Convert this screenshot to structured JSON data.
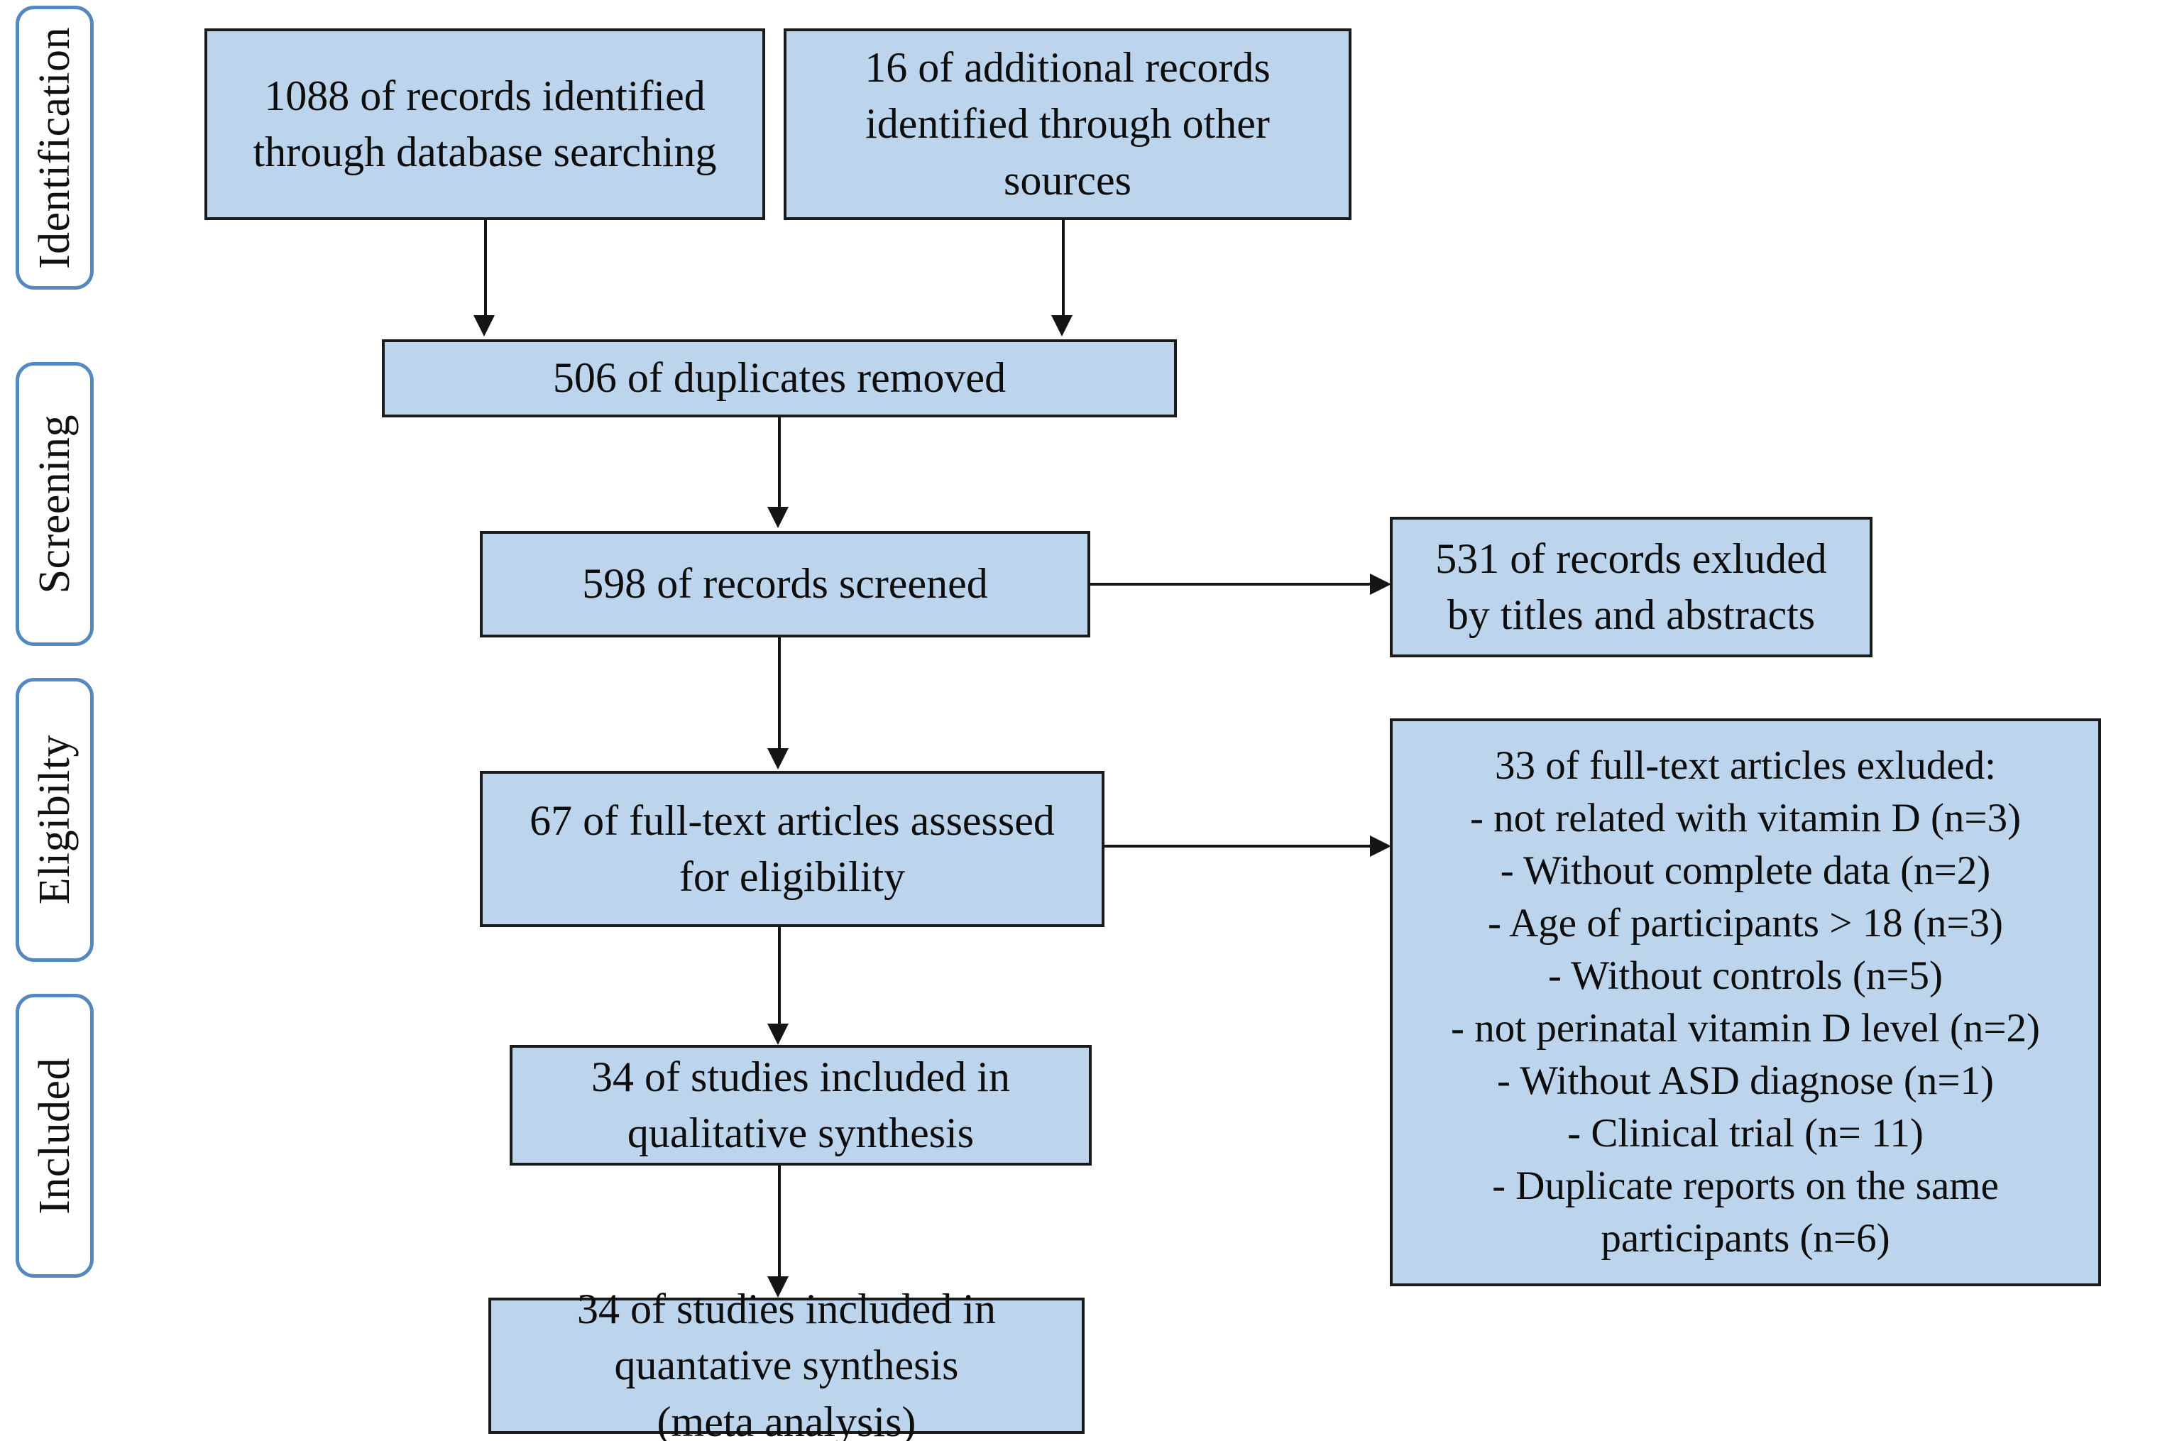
{
  "diagram": {
    "type": "prisma-flow-diagram",
    "box_fill_color": "#bcd5ec",
    "box_border_color": "#1b1b1b",
    "stage_border_color": "#5588bf",
    "background_color": "#ffffff"
  },
  "stages": [
    {
      "label": "Identification"
    },
    {
      "label": "Screening"
    },
    {
      "label": "Eligibilty"
    },
    {
      "label": "Included"
    }
  ],
  "boxes": {
    "database_records": "1088 of records identified\nthrough database searching",
    "other_records": "16 of additional records\nidentified through other\nsources",
    "duplicates_removed": "506 of duplicates removed",
    "records_screened": "598 of records screened",
    "records_excluded": "531 of records exluded\nby titles and abstracts",
    "fulltext_assessed": "67 of full-text articles assessed\nfor eligibility",
    "fulltext_excluded": "33 of full-text articles exluded:\n- not related with vitamin D (n=3)\n- Without complete data (n=2)\n- Age of participants > 18 (n=3)\n- Without controls (n=5)\n- not perinatal vitamin D level (n=2)\n- Without ASD diagnose (n=1)\n- Clinical trial (n= 11)\n- Duplicate reports on the same\nparticipants (n=6)",
    "qualitative_synthesis": "34 of studies included in\nqualitative synthesis",
    "quantitative_synthesis": "34 of studies included in\nquantative synthesis\n(meta analysis)"
  },
  "counts": {
    "database_records": 1088,
    "other_records": 16,
    "duplicates_removed": 506,
    "records_screened": 598,
    "records_excluded": 531,
    "fulltext_assessed": 67,
    "fulltext_excluded": 33,
    "qualitative_synthesis": 34,
    "quantitative_synthesis": 34
  },
  "exclusion_reasons": [
    {
      "reason": "not related with vitamin D",
      "n": 3
    },
    {
      "reason": "Without complete data",
      "n": 2
    },
    {
      "reason": "Age of participants > 18",
      "n": 3
    },
    {
      "reason": "Without controls",
      "n": 5
    },
    {
      "reason": "not perinatal vitamin D level",
      "n": 2
    },
    {
      "reason": "Without ASD diagnose",
      "n": 1
    },
    {
      "reason": "Clinical trial",
      "n": 11
    },
    {
      "reason": "Duplicate reports on the same participants",
      "n": 6
    }
  ]
}
